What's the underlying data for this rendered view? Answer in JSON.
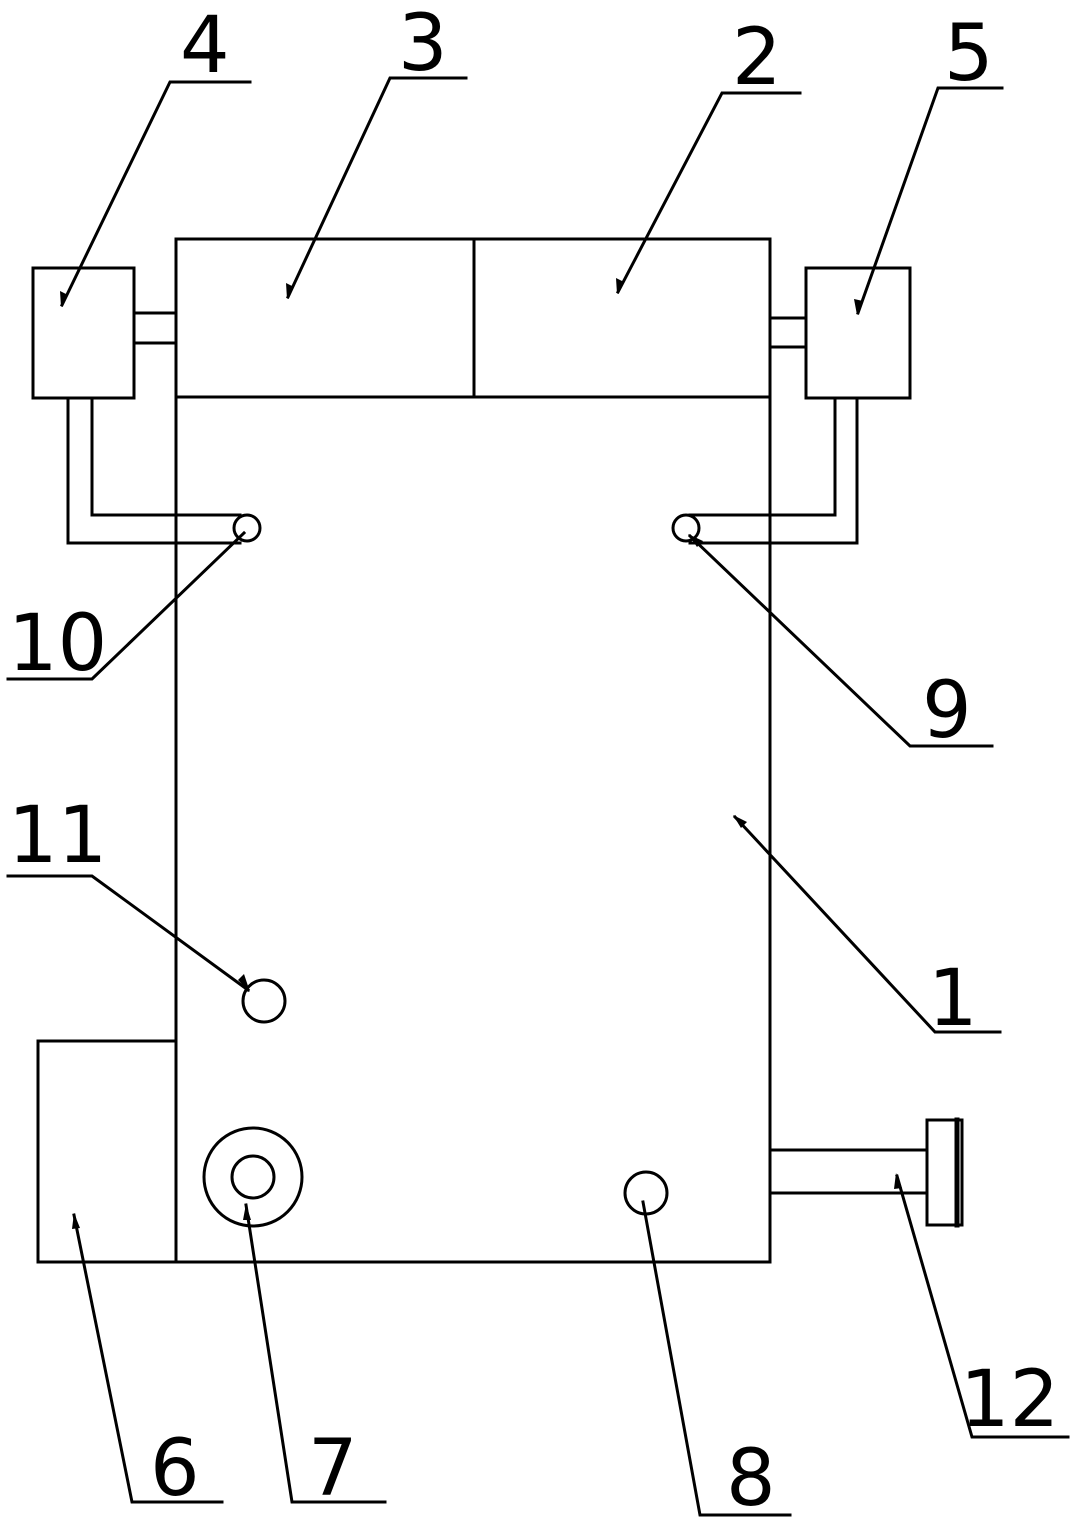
{
  "figure": {
    "labels": [
      "1",
      "2",
      "3",
      "4",
      "5",
      "6",
      "7",
      "8",
      "9",
      "10",
      "11",
      "12"
    ]
  },
  "parts": [
    {
      "id": "1",
      "name": "main-body"
    },
    {
      "id": "2",
      "name": "top-right-compartment"
    },
    {
      "id": "3",
      "name": "top-left-compartment"
    },
    {
      "id": "4",
      "name": "left-side-box"
    },
    {
      "id": "5",
      "name": "right-side-box"
    },
    {
      "id": "6",
      "name": "lower-left-box"
    },
    {
      "id": "7",
      "name": "outlet-ring"
    },
    {
      "id": "8",
      "name": "bottom-port"
    },
    {
      "id": "9",
      "name": "right-pipe-inlet"
    },
    {
      "id": "10",
      "name": "left-pipe-inlet"
    },
    {
      "id": "11",
      "name": "side-port"
    },
    {
      "id": "12",
      "name": "side-handle"
    }
  ]
}
